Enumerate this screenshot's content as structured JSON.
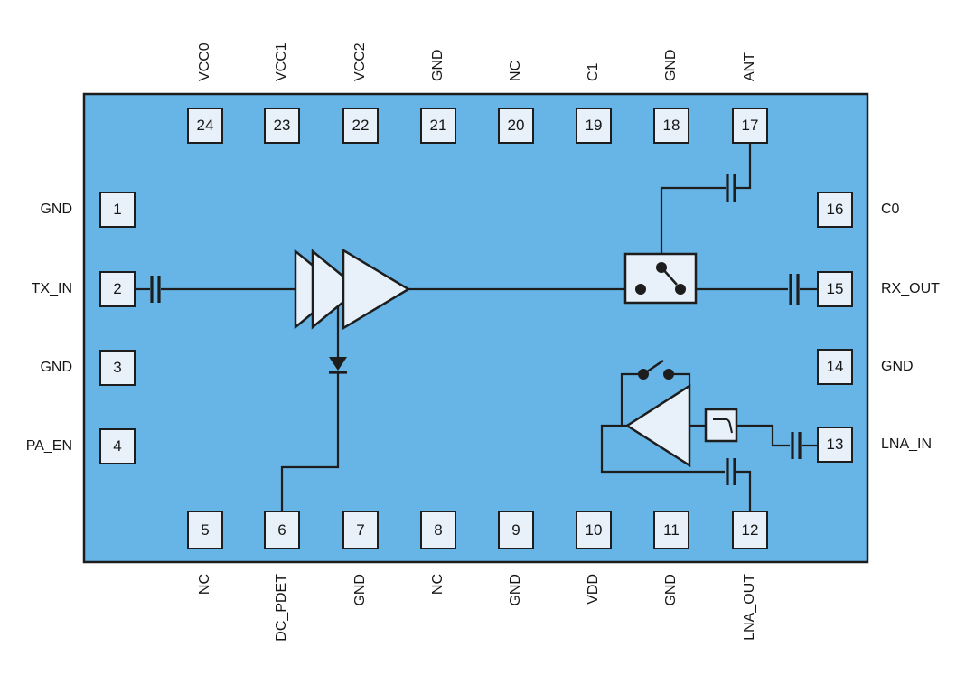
{
  "colors": {
    "chip_fill": "#67b4e6",
    "comp_fill": "#e8f0f9",
    "line": "#1d1d1d",
    "bg": "#ffffff"
  },
  "pins": {
    "top": [
      {
        "number": "24",
        "label": "VCC0"
      },
      {
        "number": "23",
        "label": "VCC1"
      },
      {
        "number": "22",
        "label": "VCC2"
      },
      {
        "number": "21",
        "label": "GND"
      },
      {
        "number": "20",
        "label": "NC"
      },
      {
        "number": "19",
        "label": "C1"
      },
      {
        "number": "18",
        "label": "GND"
      },
      {
        "number": "17",
        "label": "ANT"
      }
    ],
    "left": [
      {
        "number": "1",
        "label": "GND"
      },
      {
        "number": "2",
        "label": "TX_IN"
      },
      {
        "number": "3",
        "label": "GND"
      },
      {
        "number": "4",
        "label": "PA_EN"
      }
    ],
    "right": [
      {
        "number": "16",
        "label": "C0"
      },
      {
        "number": "15",
        "label": "RX_OUT"
      },
      {
        "number": "14",
        "label": "GND"
      },
      {
        "number": "13",
        "label": "LNA_IN"
      }
    ],
    "bottom": [
      {
        "number": "5",
        "label": "NC"
      },
      {
        "number": "6",
        "label": "DC_PDET"
      },
      {
        "number": "7",
        "label": "GND"
      },
      {
        "number": "8",
        "label": "NC"
      },
      {
        "number": "9",
        "label": "GND"
      },
      {
        "number": "10",
        "label": "VDD"
      },
      {
        "number": "11",
        "label": "GND"
      },
      {
        "number": "12",
        "label": "LNA_OUT"
      }
    ]
  },
  "components": [
    "chip-body",
    "tx-coupling-capacitor",
    "power-amplifier-3-stage",
    "power-detector-diode",
    "tx-rx-antenna-switch",
    "ant-coupling-capacitor",
    "rx-coupling-capacitor",
    "lna-bypass-switch",
    "lna-amplifier",
    "filter-block",
    "lna-input-capacitor",
    "lna-output-capacitor"
  ]
}
